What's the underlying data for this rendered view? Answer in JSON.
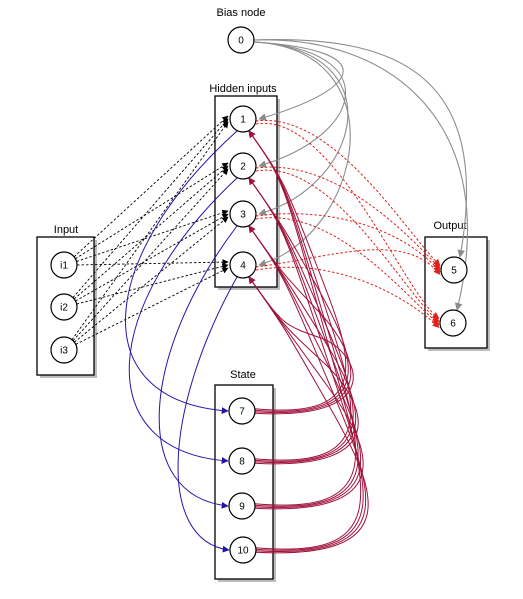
{
  "colors": {
    "bias": "#8c8c8c",
    "input": "#000000",
    "hidden_to_output": "#e0201b",
    "hidden_to_state": "#2316a6",
    "state_to_hidden": "#a0123a"
  },
  "groups": {
    "bias": {
      "title": "Bias node"
    },
    "hidden": {
      "title": "Hidden inputs"
    },
    "input": {
      "title": "Input"
    },
    "output": {
      "title": "Output"
    },
    "state": {
      "title": "State"
    }
  },
  "nodes": {
    "n0": "0",
    "n1": "1",
    "n2": "2",
    "n3": "3",
    "n4": "4",
    "i1": "i1",
    "i2": "i2",
    "i3": "i3",
    "n5": "5",
    "n6": "6",
    "n7": "7",
    "n8": "8",
    "n9": "9",
    "n10": "10"
  },
  "edges": {
    "bias": [
      [
        "0",
        "1"
      ],
      [
        "0",
        "2"
      ],
      [
        "0",
        "3"
      ],
      [
        "0",
        "4"
      ],
      [
        "0",
        "5"
      ],
      [
        "0",
        "6"
      ]
    ],
    "input": [
      [
        "i1",
        "1"
      ],
      [
        "i1",
        "2"
      ],
      [
        "i1",
        "3"
      ],
      [
        "i1",
        "4"
      ],
      [
        "i2",
        "1"
      ],
      [
        "i2",
        "2"
      ],
      [
        "i2",
        "3"
      ],
      [
        "i2",
        "4"
      ],
      [
        "i3",
        "1"
      ],
      [
        "i3",
        "2"
      ],
      [
        "i3",
        "3"
      ],
      [
        "i3",
        "4"
      ]
    ],
    "hidden_to_output": [
      [
        "1",
        "5"
      ],
      [
        "1",
        "6"
      ],
      [
        "2",
        "5"
      ],
      [
        "2",
        "6"
      ],
      [
        "3",
        "5"
      ],
      [
        "3",
        "6"
      ],
      [
        "4",
        "5"
      ],
      [
        "4",
        "6"
      ]
    ],
    "hidden_to_state": [
      [
        "1",
        "7"
      ],
      [
        "2",
        "8"
      ],
      [
        "3",
        "9"
      ],
      [
        "4",
        "10"
      ]
    ],
    "state_to_hidden": [
      [
        "7",
        "1"
      ],
      [
        "7",
        "2"
      ],
      [
        "7",
        "3"
      ],
      [
        "7",
        "4"
      ],
      [
        "8",
        "1"
      ],
      [
        "8",
        "2"
      ],
      [
        "8",
        "3"
      ],
      [
        "8",
        "4"
      ],
      [
        "9",
        "1"
      ],
      [
        "9",
        "2"
      ],
      [
        "9",
        "3"
      ],
      [
        "9",
        "4"
      ],
      [
        "10",
        "1"
      ],
      [
        "10",
        "2"
      ],
      [
        "10",
        "3"
      ],
      [
        "10",
        "4"
      ]
    ]
  }
}
